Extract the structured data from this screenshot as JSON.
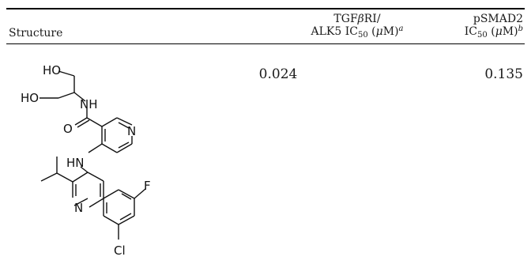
{
  "table": {
    "headers": {
      "structure": "Structure",
      "alk5_line1_prefix": "TGF",
      "alk5_line1_greek": "β",
      "alk5_line1_suffix": "RI/",
      "alk5_line2_prefix": "ALK5 IC",
      "alk5_line2_sub": "50",
      "alk5_line2_unit_open": " (",
      "alk5_line2_unit_greek": "μ",
      "alk5_line2_unit_close": "M)",
      "alk5_footnote": "a",
      "psmad_line1": "pSMAD2",
      "psmad_line2_prefix": "IC",
      "psmad_line2_sub": "50",
      "psmad_line2_unit_open": " (",
      "psmad_line2_unit_greek": "μ",
      "psmad_line2_unit_close": "M)",
      "psmad_footnote": "b"
    },
    "rows": [
      {
        "alk5_ic50": "0.024",
        "psmad2_ic50": "0.135"
      }
    ]
  },
  "structure_labels": {
    "ho_top": "HO",
    "ho_left": "HO",
    "nh_amide": "NH",
    "o_carbonyl": "O",
    "n_pyridine_top": "N",
    "hn_linker": "HN",
    "n_pyridine_bottom": "N",
    "f": "F",
    "cl": "Cl"
  }
}
